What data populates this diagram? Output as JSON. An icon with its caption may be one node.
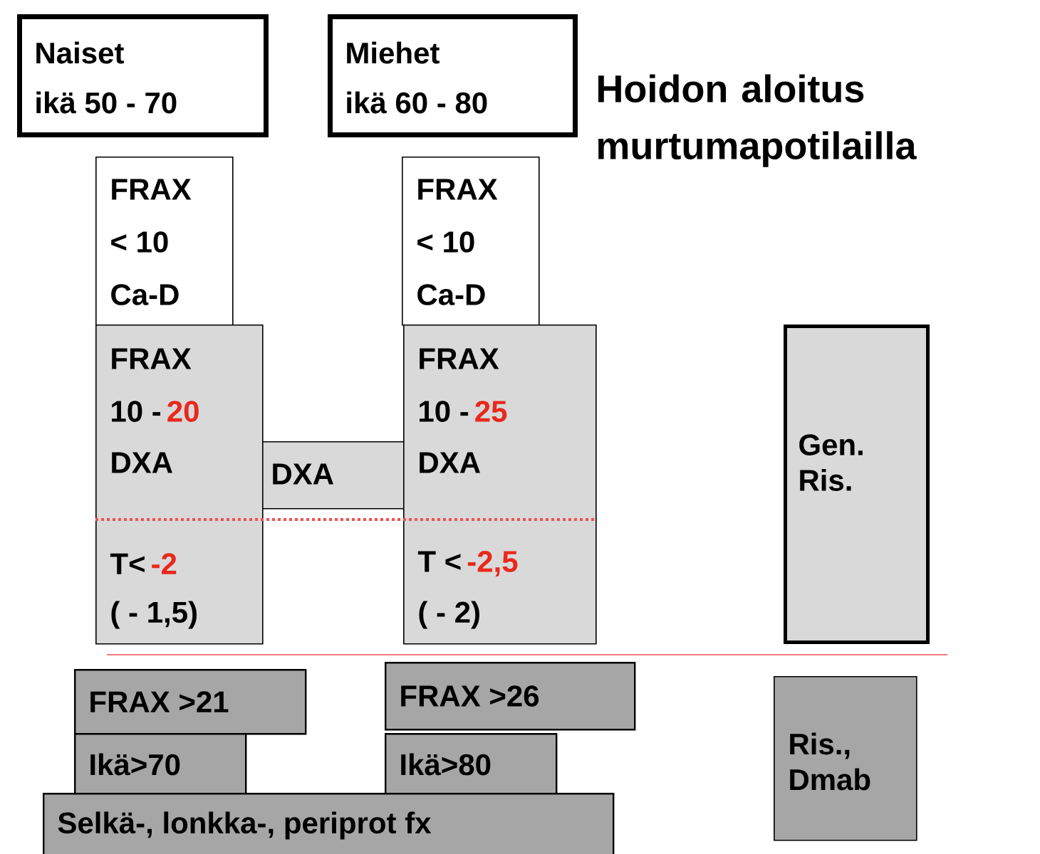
{
  "diagram": {
    "title": "Hoidon aloitus murtumapotilailla",
    "nodes": [
      {
        "text": [
          "Naiset",
          "ikä 50 - 70"
        ]
      },
      {
        "text": [
          "Miehet",
          "ikä 60 - 80"
        ]
      },
      {
        "text": [
          "FRAX",
          "< 10",
          "Ca-D"
        ]
      },
      {
        "text": [
          "FRAX",
          "< 10",
          "Ca-D"
        ]
      },
      {
        "text": [
          "FRAX",
          "10 -",
          "20",
          "DXA",
          "T<",
          "-2",
          "( - 1,5)"
        ]
      },
      {
        "text": [
          "DXA"
        ]
      },
      {
        "text": [
          "FRAX",
          "10 -",
          "25",
          "DXA",
          "T <",
          "-2,5",
          "( - 2)"
        ]
      },
      {
        "text": [
          "Gen. Ris."
        ]
      },
      {
        "text": [
          "FRAX >21"
        ]
      },
      {
        "text": [
          "FRAX >26"
        ]
      },
      {
        "text": [
          "Ikä>70"
        ]
      },
      {
        "text": [
          "Ikä>80"
        ]
      },
      {
        "text": [
          "Selkä-, lonkka-, periprot fx"
        ]
      },
      {
        "text": [
          "Ris., Dmab"
        ]
      }
    ]
  }
}
